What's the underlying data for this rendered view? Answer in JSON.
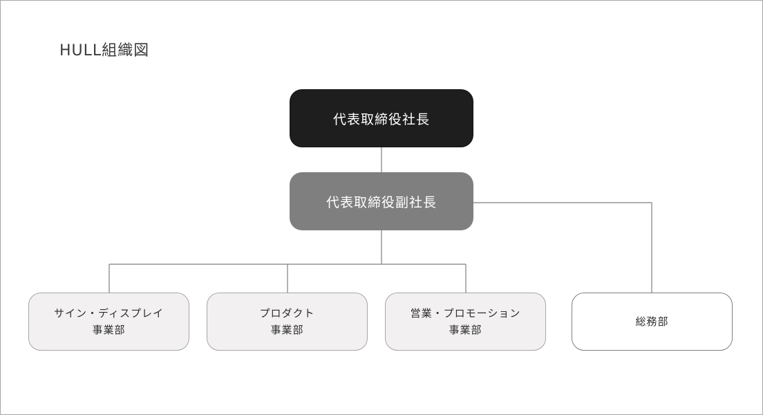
{
  "title": "HULL組織図",
  "nodes": {
    "president": "代表取締役社長",
    "vice_president": "代表取締役副社長"
  },
  "departments": [
    {
      "line1": "サイン・ディスプレイ",
      "line2": "事業部"
    },
    {
      "line1": "プロダクト",
      "line2": "事業部"
    },
    {
      "line1": "営業・プロモーション",
      "line2": "事業部"
    },
    {
      "line1": "総務部",
      "line2": ""
    }
  ],
  "colors": {
    "president_fill": "#1e1e1e",
    "vice_president_fill": "#7f7f7f",
    "department_fill": "#f2f0f0",
    "general_affairs_fill": "#ffffff",
    "connector": "#7f7f7f"
  }
}
